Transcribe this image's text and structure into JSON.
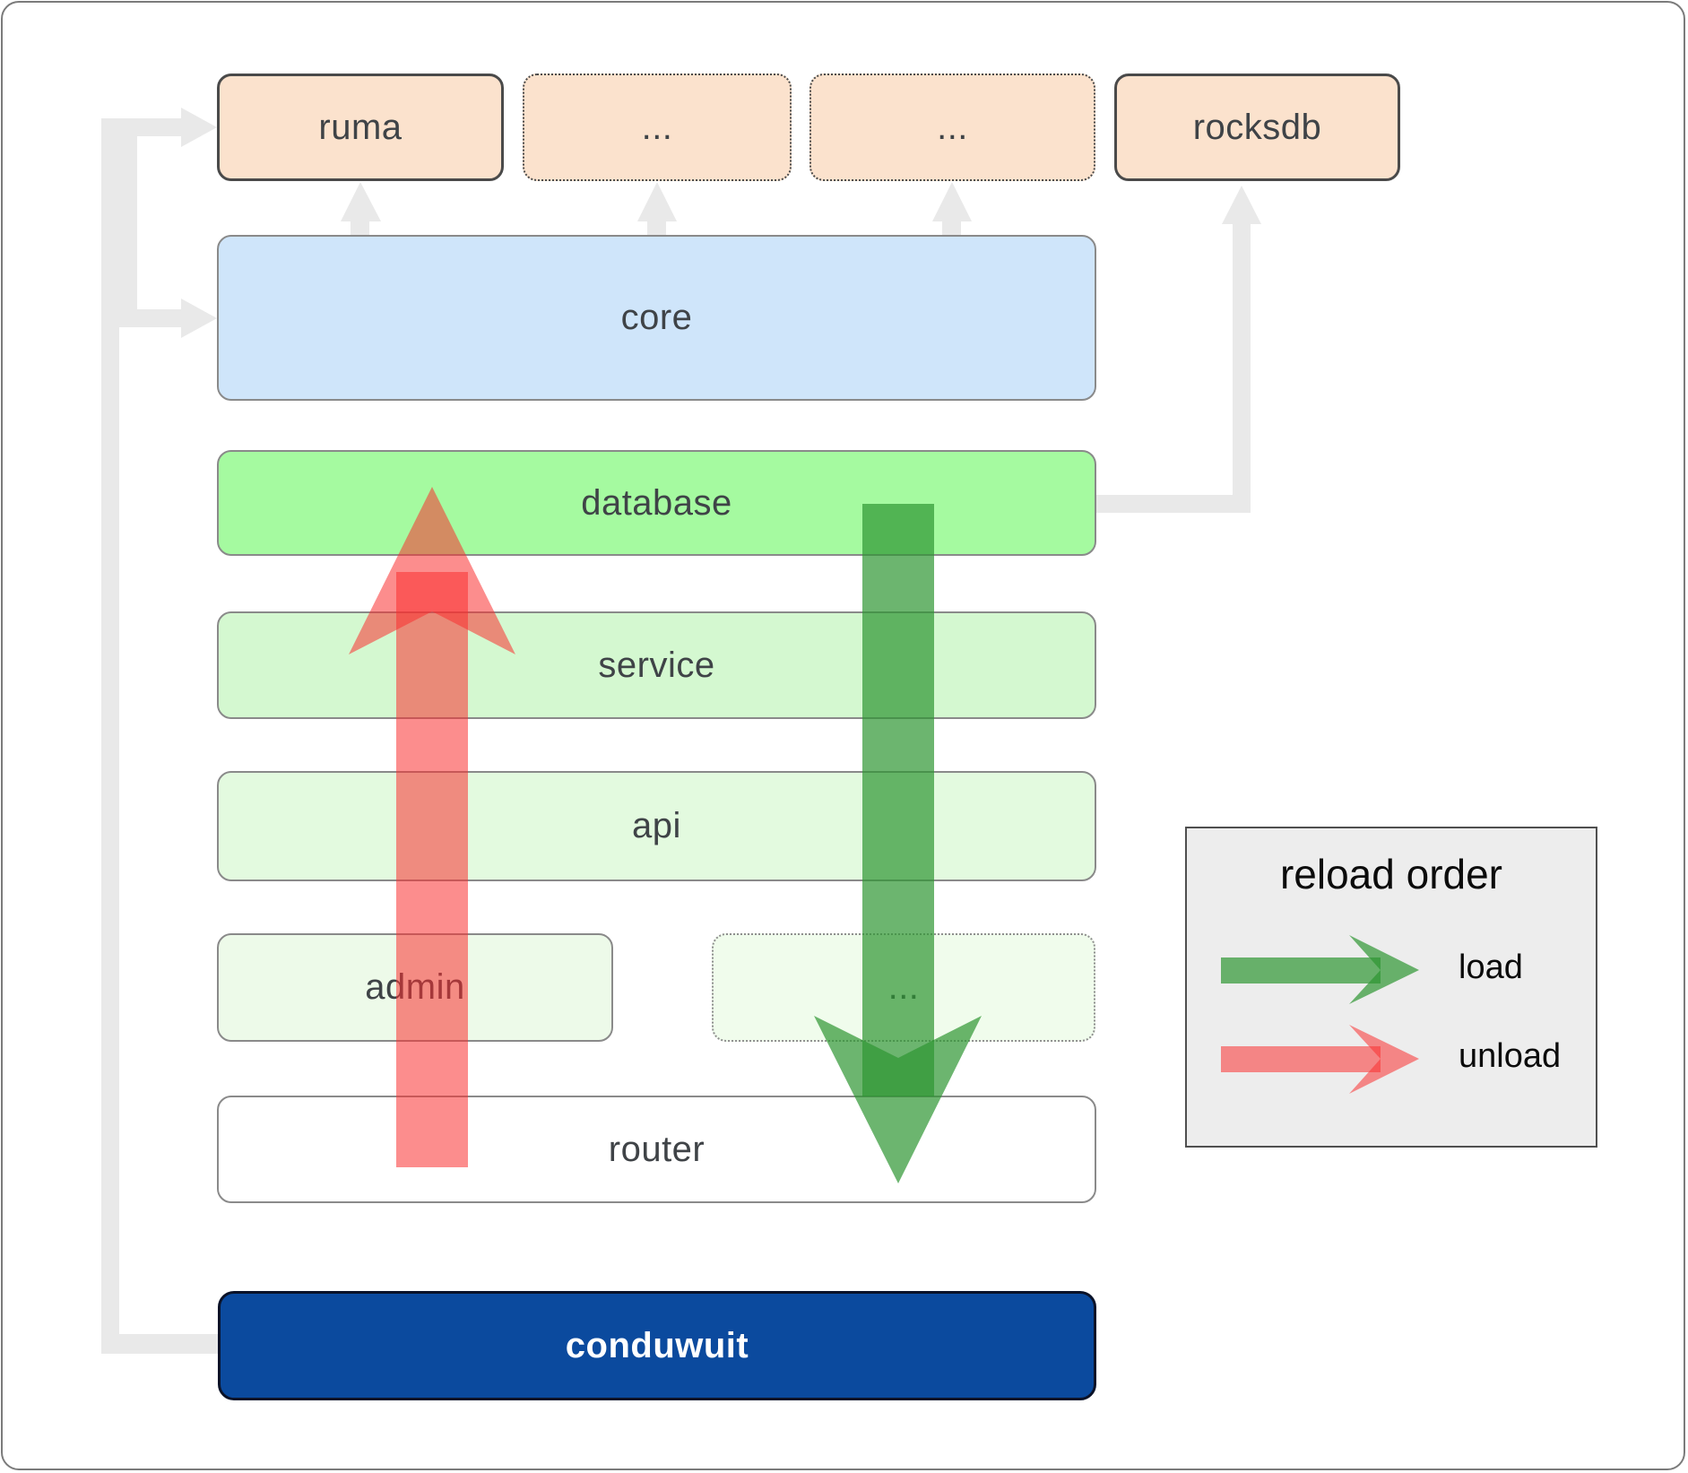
{
  "diagram": {
    "title_hint": "conduwuit module architecture with reload order",
    "nodes": {
      "ruma": {
        "label": "ruma"
      },
      "ext1": {
        "label": "..."
      },
      "ext2": {
        "label": "..."
      },
      "rocksdb": {
        "label": "rocksdb"
      },
      "core": {
        "label": "core"
      },
      "database": {
        "label": "database"
      },
      "service": {
        "label": "service"
      },
      "api": {
        "label": "api"
      },
      "admin": {
        "label": "admin"
      },
      "ext3": {
        "label": "..."
      },
      "router": {
        "label": "router"
      },
      "conduwuit": {
        "label": "conduwuit"
      }
    },
    "legend": {
      "title": "reload order",
      "items": [
        {
          "label": "load",
          "arrow_color": "#2d9632"
        },
        {
          "label": "unload",
          "arrow_color": "#f92f2f"
        }
      ]
    }
  },
  "colors": {
    "peach": "#fbe2cd",
    "core_blue": "#cfe5fa",
    "database_green": "#a5faa0",
    "service_green": "#d4f8d0",
    "api_green": "#e3fadf",
    "admin_green": "#edfae9",
    "ext3_green": "#f0fcec",
    "router_white": "#ffffff",
    "conduwuit_blue": "#0b4a9e",
    "connector_gray": "#e9e9e9",
    "load_green": "#2d9632",
    "unload_red": "#f92f2f",
    "legend_bg": "#ededed",
    "label_dark": "#3f4347"
  }
}
